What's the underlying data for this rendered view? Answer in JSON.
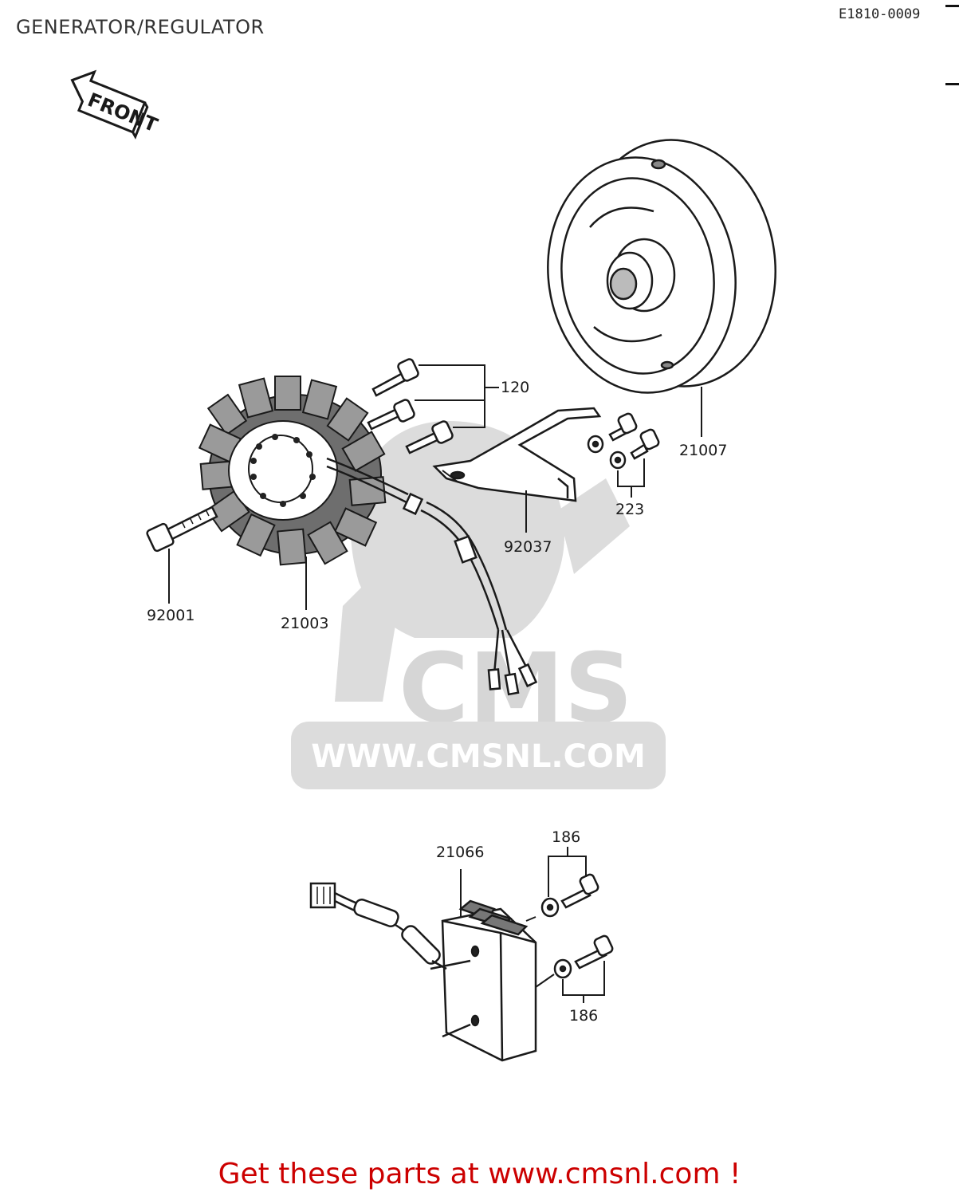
{
  "header": {
    "title": "GENERATOR/REGULATOR",
    "drawing_code": "E1810-0009"
  },
  "front_arrow": {
    "label": "FRONT"
  },
  "parts": {
    "rotor": "21007",
    "stator": "21003",
    "bolt_stator": "92001",
    "screws_stator": "120",
    "clamp": "92037",
    "bolts_clamp": "223",
    "regulator": "21066",
    "bolts_regulator_top": "186",
    "bolts_regulator_bottom": "186"
  },
  "watermark": {
    "logo_text": "CMS",
    "url_text": "WWW.CMSNL.COM"
  },
  "footer": {
    "text": "Get these parts at www.cmsnl.com !",
    "color": "#cc0000"
  },
  "colors": {
    "line": "#1a1a1a",
    "watermark": "#d9d9d9"
  }
}
